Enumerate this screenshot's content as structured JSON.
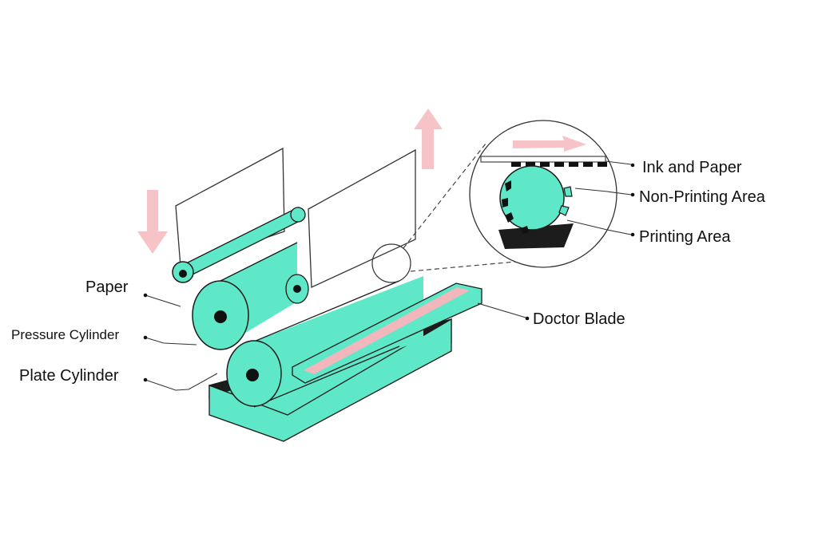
{
  "labels": {
    "paper": "Paper",
    "pressure_cylinder": "Pressure Cylinder",
    "plate_cylinder": "Plate Cylinder",
    "doctor_blade": "Doctor Blade",
    "ink_and_paper": "Ink and Paper",
    "non_printing_area": "Non-Printing Area",
    "printing_area": "Printing Area"
  },
  "colors": {
    "cylinder": "#5ee8c8",
    "arrow": "#f6c3c7",
    "blade_strip": "#f2b7bd",
    "ink": "#1c1c1c",
    "outline": "#1a1a1a"
  },
  "icons": {
    "down_arrow": "paper-feed-down-arrow",
    "up_arrow": "paper-exit-up-arrow",
    "right_arrow": "paper-motion-right-arrow"
  }
}
